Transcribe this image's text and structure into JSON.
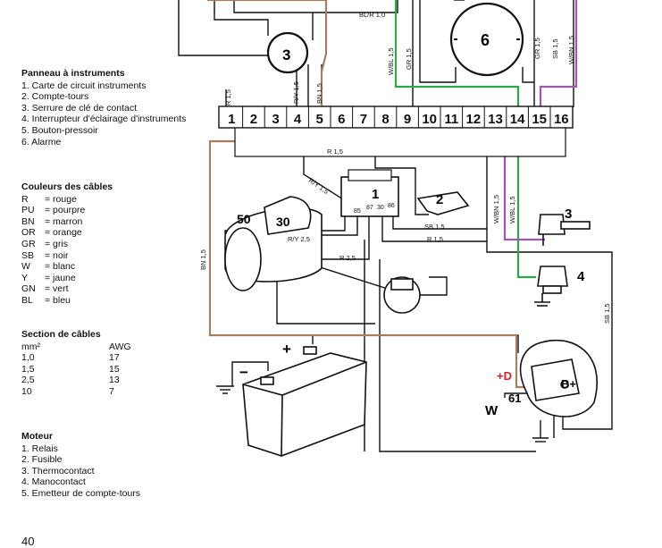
{
  "legend": {
    "panel": {
      "title": "Panneau à instruments",
      "items": [
        "1. Carte de circuit instruments",
        "2. Compte-tours",
        "3. Serrure de clé de contact",
        "4. Interrupteur d'éclairage d'instruments",
        "5. Bouton-pressoir",
        "6. Alarme"
      ]
    },
    "colors": {
      "title": "Couleurs des câbles",
      "items": [
        {
          "code": "R",
          "name": "= rouge"
        },
        {
          "code": "PU",
          "name": "= pourpre"
        },
        {
          "code": "BN",
          "name": "= marron"
        },
        {
          "code": "OR",
          "name": "= orange"
        },
        {
          "code": "GR",
          "name": "= gris"
        },
        {
          "code": "SB",
          "name": "= noir"
        },
        {
          "code": "W",
          "name": "= blanc"
        },
        {
          "code": "Y",
          "name": "= jaune"
        },
        {
          "code": "GN",
          "name": "= vert"
        },
        {
          "code": "BL",
          "name": "= bleu"
        }
      ]
    },
    "sections": {
      "title": "Section de câbles",
      "unit_mm": "mm²",
      "unit_awg": "AWG",
      "rows": [
        {
          "mm": "1,0",
          "awg": "17"
        },
        {
          "mm": "1,5",
          "awg": "15"
        },
        {
          "mm": "2,5",
          "awg": "13"
        },
        {
          "mm": "10",
          "awg": "7"
        }
      ]
    },
    "engine": {
      "title": "Moteur",
      "items": [
        "1. Relais",
        "2. Fusible",
        "3. Thermocontact",
        "4. Manocontact",
        "5. Emetteur de compte-tours"
      ]
    }
  },
  "page_number": "40",
  "diagram": {
    "terminals": [
      "1",
      "2",
      "3",
      "4",
      "5",
      "6",
      "7",
      "8",
      "9",
      "10",
      "11",
      "12",
      "13",
      "14",
      "15",
      "16"
    ],
    "callouts": {
      "c3": "3",
      "c6": "6",
      "c1": "1",
      "c2": "2",
      "c3b": "3",
      "c4": "4",
      "c50": "50",
      "c30": "30",
      "cB": "B+",
      "cD": "+D",
      "c61": "61",
      "cW": "W",
      "cPlus": "+",
      "cMinus": "−"
    },
    "relay_pins": {
      "p85": "85",
      "p87": "87",
      "p30": "30",
      "p86": "86"
    },
    "wire_labels": {
      "bl10": "BL/R 1,0",
      "r15top": "R 1,5",
      "ry15": "R/Y 1,5",
      "bn15top": "BN 1,5",
      "wbl15a": "W/BL 1,5",
      "gr15a": "GR 1,5",
      "gr15b": "GR 1,5",
      "sb15a": "SB 1,5",
      "wbn15top": "W/BN 1,5",
      "r15mid": "R 1,5",
      "ry15b": "R/Y 1,5",
      "ry25": "R/Y 2,5",
      "r25": "R 2,5",
      "sb15b": "SB 1,5",
      "r15c": "R 1,5",
      "bn15side": "BN 1,5",
      "wbn15side": "W/BN 1,5",
      "wbl15side": "W/BL 1,5",
      "sb15side": "SB 1,5"
    },
    "wire_colors": {
      "black": "#111111",
      "brown": "#a77e5e",
      "green": "#2ca84a",
      "purple": "#9b59a8"
    }
  }
}
